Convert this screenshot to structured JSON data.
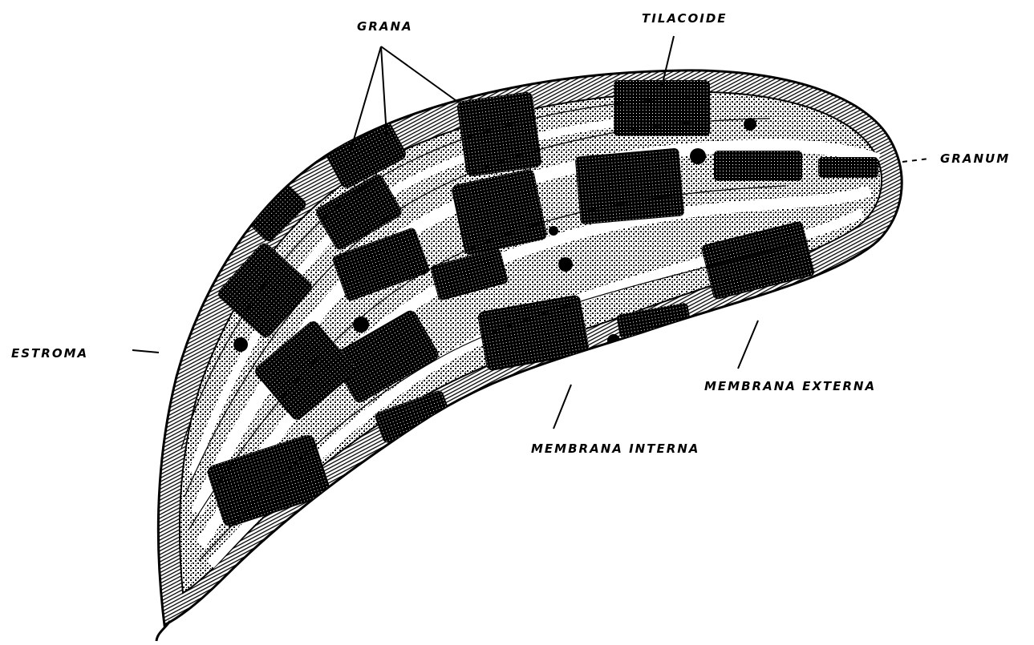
{
  "labels": {
    "grana": "GRANA",
    "tilacoide": "TILACOIDE",
    "granum": "GRANUM",
    "estroma": "ESTROMA",
    "membrana_externa": "MEMBRANA EXTERNA",
    "membrana_interna": "MEMBRANA INTERNA"
  },
  "colors": {
    "ink": "#000000",
    "paper": "#ffffff"
  }
}
